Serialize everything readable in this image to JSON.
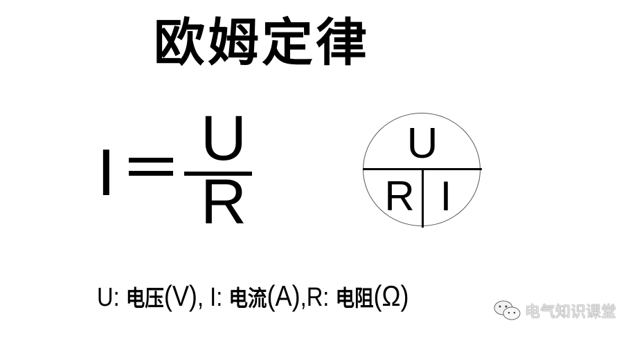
{
  "title": "欧姆定律",
  "formula": {
    "lhs": "I",
    "operator": "=",
    "numerator": "U",
    "denominator": "R"
  },
  "triangle_circle": {
    "top": "U",
    "bottom_left": "R",
    "bottom_right": "I"
  },
  "legend": {
    "u_symbol": "U:",
    "u_name": "电压",
    "u_unit": "(V)",
    "sep1": ",",
    "i_symbol": "I:",
    "i_name": "电流",
    "i_unit": "(A)",
    "sep2": ",",
    "r_symbol": "R:",
    "r_name": "电阻",
    "r_unit": "(Ω)"
  },
  "watermark": {
    "icon": "wechat-icon",
    "text": "电气知识课堂"
  }
}
